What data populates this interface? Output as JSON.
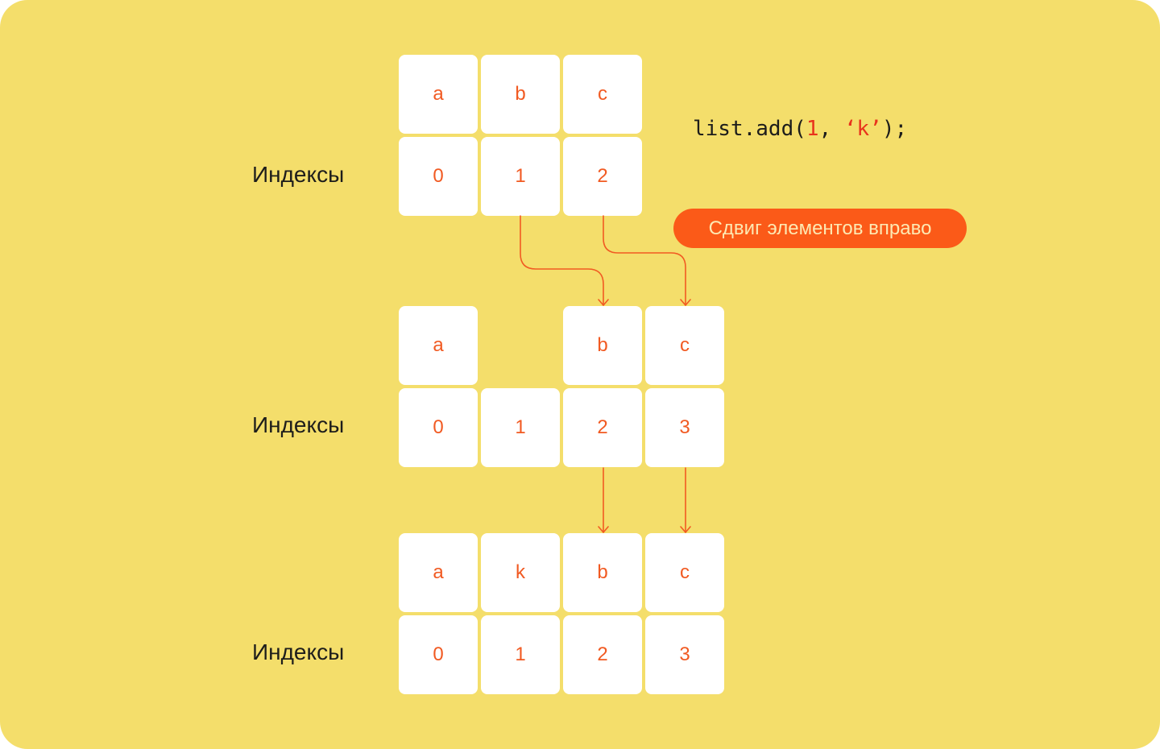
{
  "rows": [
    {
      "label": "Индексы",
      "values": [
        "a",
        "b",
        "c",
        ""
      ],
      "indices": [
        "0",
        "1",
        "2",
        ""
      ]
    },
    {
      "label": "Индексы",
      "values": [
        "a",
        "",
        "b",
        "c"
      ],
      "indices": [
        "0",
        "1",
        "2",
        "3"
      ]
    },
    {
      "label": "Индексы",
      "values": [
        "a",
        "k",
        "b",
        "c"
      ],
      "indices": [
        "0",
        "1",
        "2",
        "3"
      ]
    }
  ],
  "code": {
    "prefix": "list.add(",
    "arg1": "1",
    "sep": ", ",
    "arg2": "‘k’",
    "suffix": ");"
  },
  "callout": "Сдвиг элементов вправо",
  "colors": {
    "background": "#f4de6b",
    "accent": "#f15a22",
    "cell": "#ffffff",
    "text": "#1d1d1b"
  }
}
